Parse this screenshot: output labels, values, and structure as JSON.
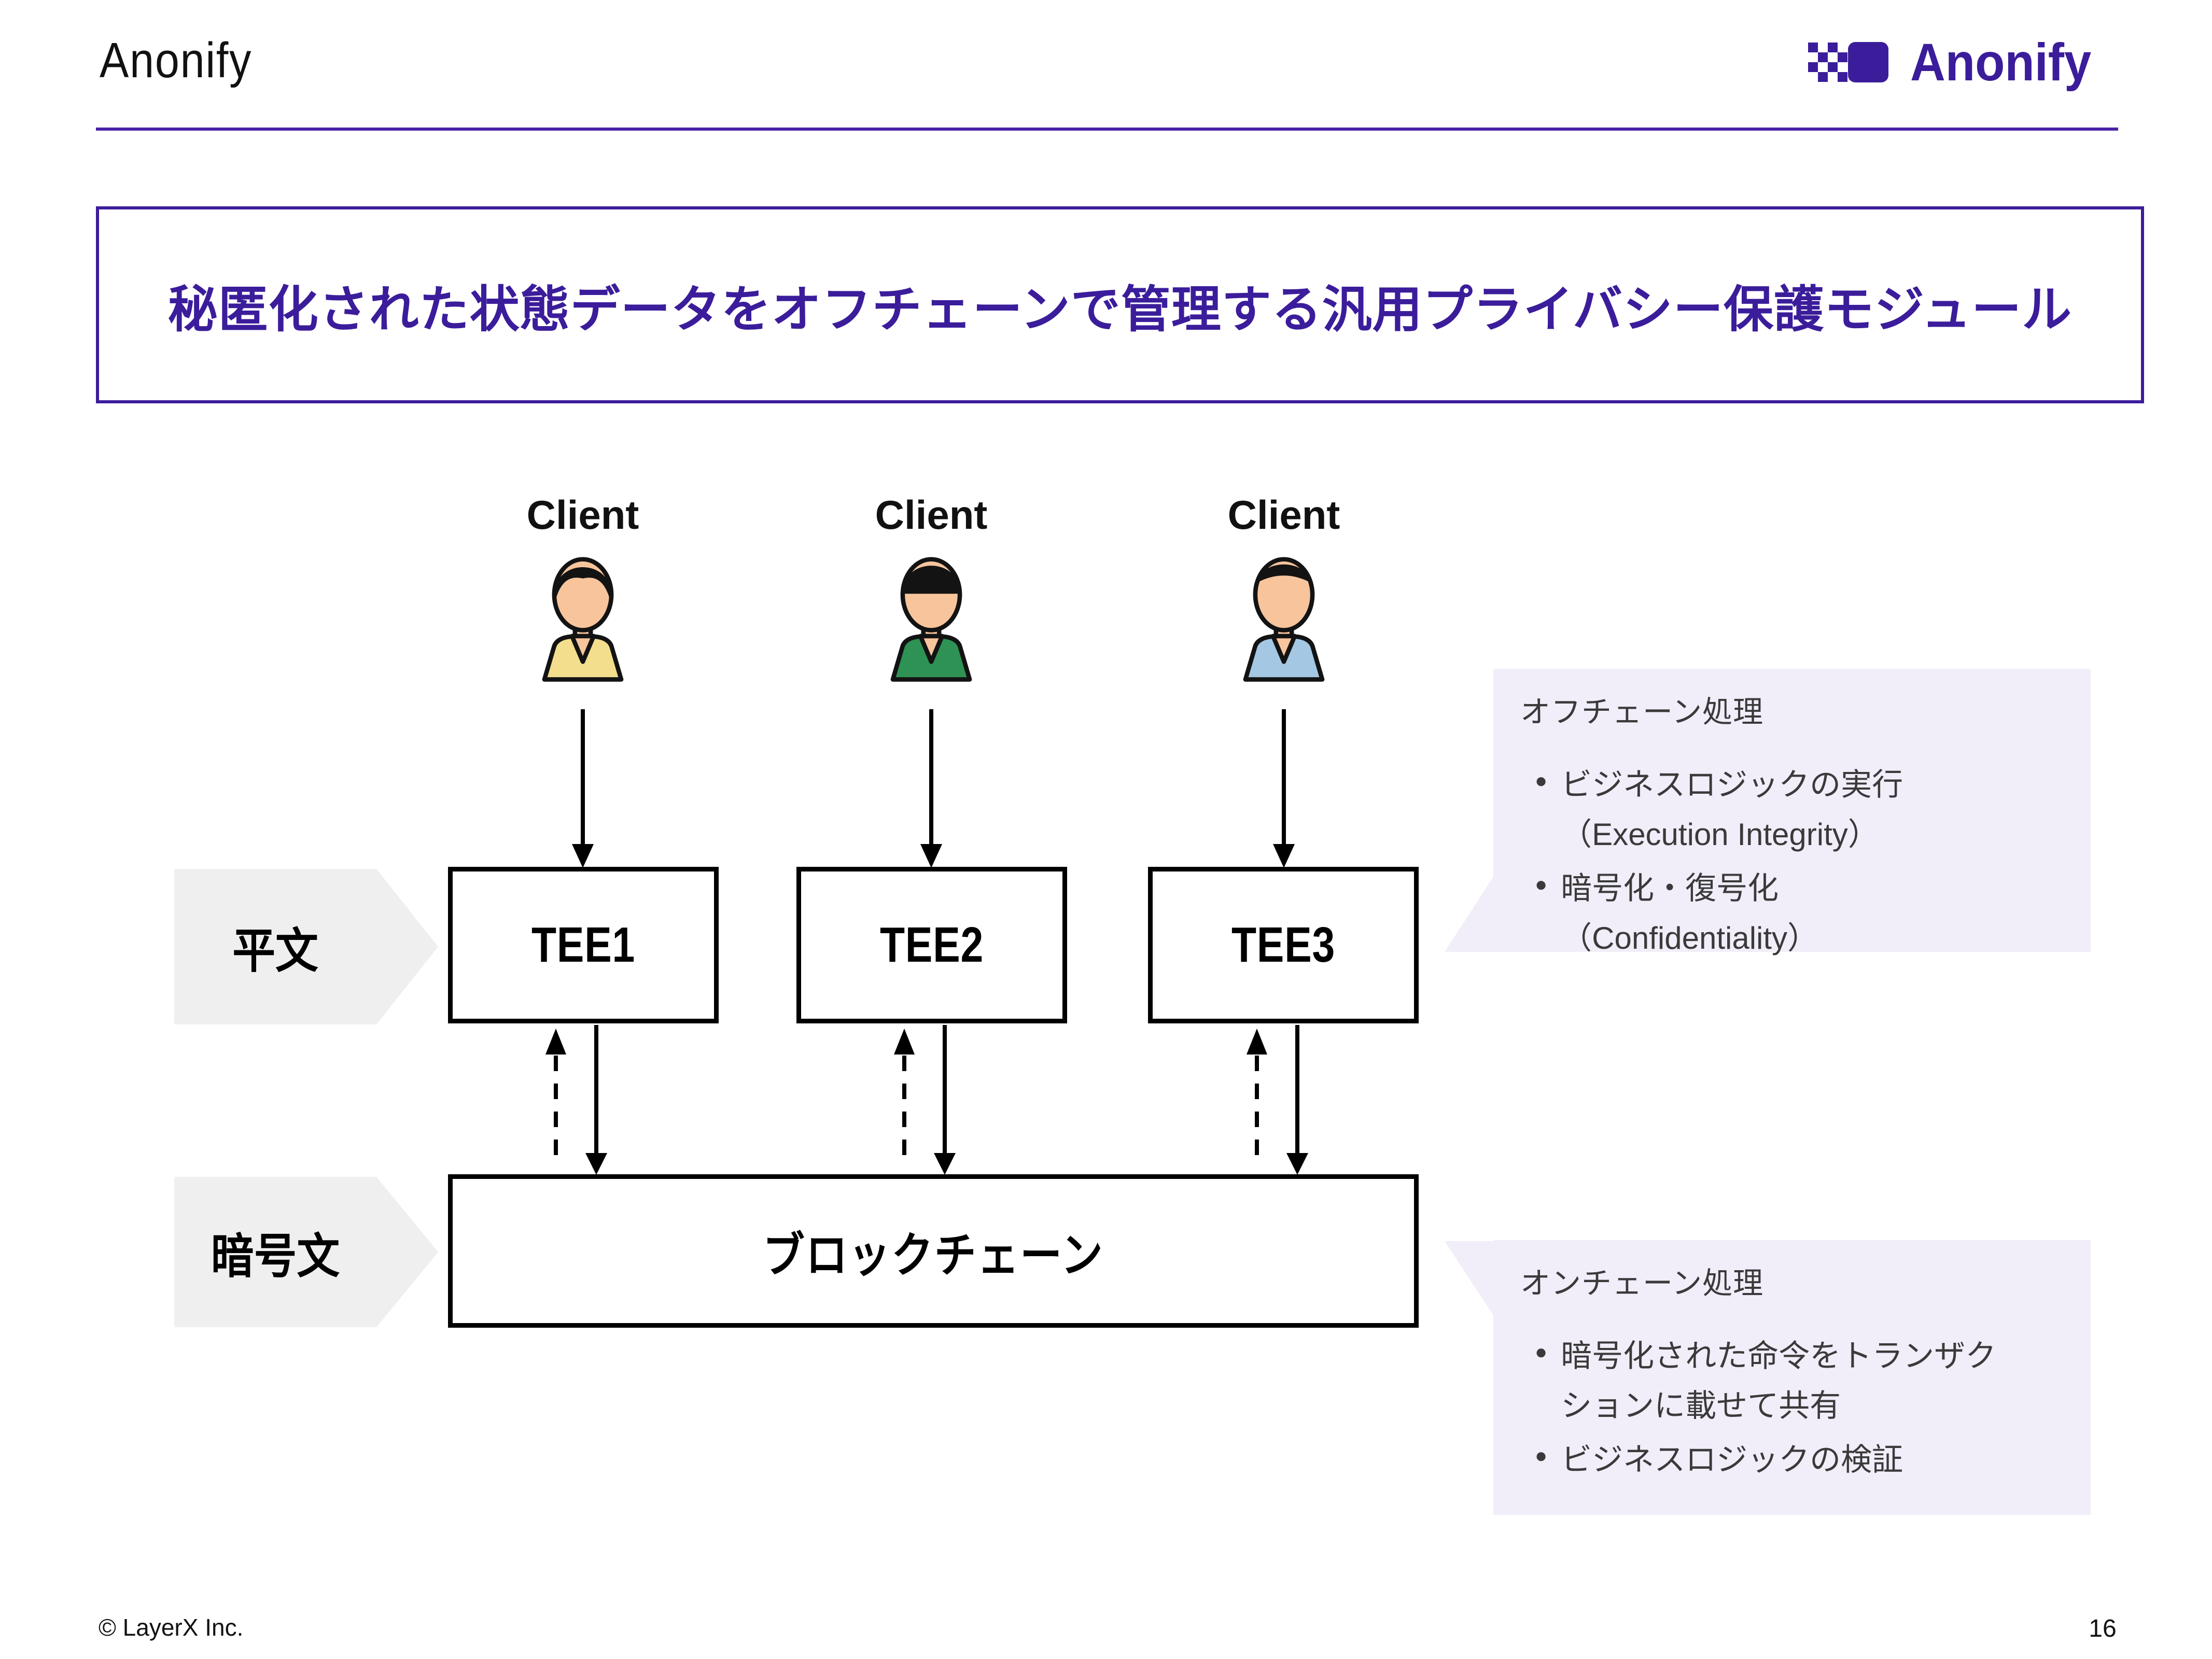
{
  "header": {
    "title": "Anonify"
  },
  "logo": {
    "text": "Anonify"
  },
  "banner": {
    "text": "秘匿化された状態データをオフチェーンで管理する汎用プライバシー保護モジュール"
  },
  "diagram": {
    "clients": [
      {
        "label": "Client",
        "shirt_color": "#f3de8e",
        "person": "female-long-hair"
      },
      {
        "label": "Client",
        "shirt_color": "#2e9254",
        "person": "male-bowl-hair"
      },
      {
        "label": "Client",
        "shirt_color": "#a4c7e3",
        "person": "male-short-hair"
      }
    ],
    "tees": [
      "TEE1",
      "TEE2",
      "TEE3"
    ],
    "blockchain_label": "ブロックチェーン",
    "plaintext_label": "平文",
    "ciphertext_label": "暗号文"
  },
  "notes": {
    "offchain": {
      "title": "オフチェーン処理",
      "items": [
        [
          "ビジネスロジックの実行",
          "（Execution Integrity）"
        ],
        [
          "暗号化・復号化",
          "（Confidentiality）"
        ]
      ]
    },
    "onchain": {
      "title": "オンチェーン処理",
      "items": [
        [
          "暗号化された命令をトランザク",
          "ションに載せて共有"
        ],
        [
          "ビジネスロジックの検証"
        ]
      ]
    }
  },
  "glyphs": {
    "bullet": "●"
  },
  "footer": {
    "copyright": "© LayerX Inc.",
    "page_number": "16"
  },
  "colors": {
    "accent": "#3b1d9b",
    "rule": "#4a22a8",
    "lavender": "#f1edf9",
    "chevron": "#efefef",
    "ink": "#111111",
    "note_ink": "#3a3a3a",
    "outline": "#131313",
    "skin": "#f7c49c"
  }
}
